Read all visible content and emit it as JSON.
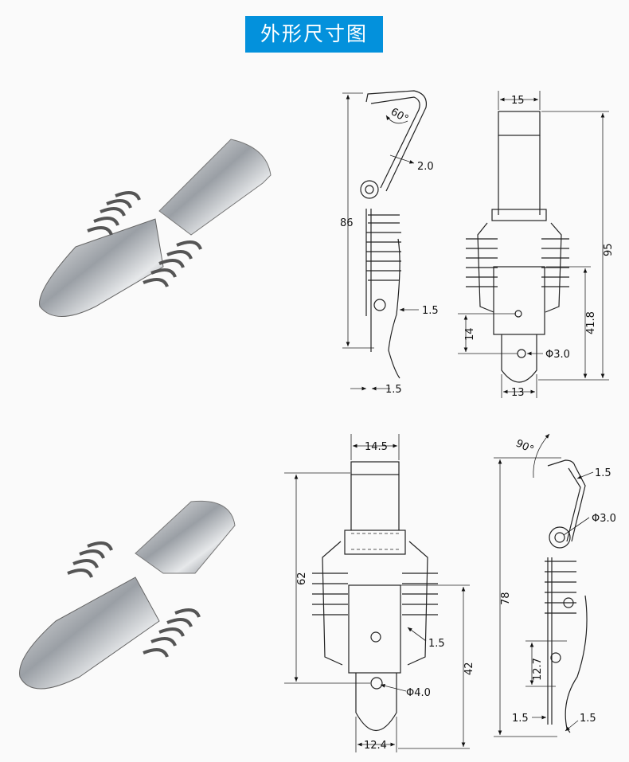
{
  "title": "外形尺寸图",
  "top_side_view": {
    "angle": "60°",
    "thickness": "2.0",
    "height": "86",
    "offset": "1.5",
    "base": "1.5"
  },
  "top_front_view": {
    "top_width": "15",
    "total_height": "95",
    "hole_height": "41.8",
    "hole_offset": "14",
    "hole_diameter": "Φ3.0",
    "bottom_width": "13"
  },
  "bottom_front_view": {
    "top_width": "14.5",
    "height": "62",
    "hole_height": "42",
    "thickness": "1.5",
    "hole_diameter": "Φ4.0",
    "bottom_width": "12.4"
  },
  "bottom_side_view": {
    "angle": "90°",
    "thickness": "1.5",
    "pin_diameter": "Φ3.0",
    "height": "78",
    "hole_offset": "12.7",
    "base_left": "1.5",
    "base_right": "1.5"
  },
  "colors": {
    "title_bg": "#0391dc",
    "background": "#fafafa"
  }
}
